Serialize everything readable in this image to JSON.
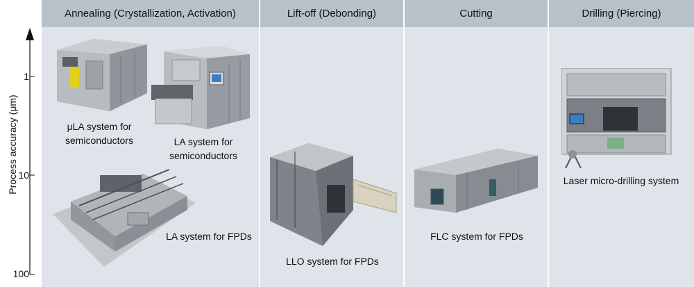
{
  "columns": [
    {
      "title": "Annealing (Crystallization, Activation)"
    },
    {
      "title": "Lift-off (Debonding)"
    },
    {
      "title": "Cutting"
    },
    {
      "title": "Drilling (Piercing)"
    }
  ],
  "axis": {
    "title": "Process accuracy  (μm)",
    "ticks": [
      "1",
      "10",
      "100"
    ]
  },
  "captions": {
    "ula_line1": "μLA system for",
    "ula_line2": "semiconductors",
    "la_semi_line1": "LA system for",
    "la_semi_line2": "semiconductors",
    "la_fpd": "LA system for FPDs",
    "llo_fpd": "LLO system for FPDs",
    "flc_fpd": "FLC system for FPDs",
    "drill": "Laser micro-drilling system"
  },
  "icons": [
    "ula-machine-icon",
    "la-semi-machine-icon",
    "la-fpd-machine-icon",
    "llo-machine-icon",
    "flc-machine-icon",
    "drilling-machine-icon"
  ],
  "colors": {
    "header": "#b6c1ca",
    "panel": "#dee4e9",
    "machine": "#9aa0a6"
  }
}
